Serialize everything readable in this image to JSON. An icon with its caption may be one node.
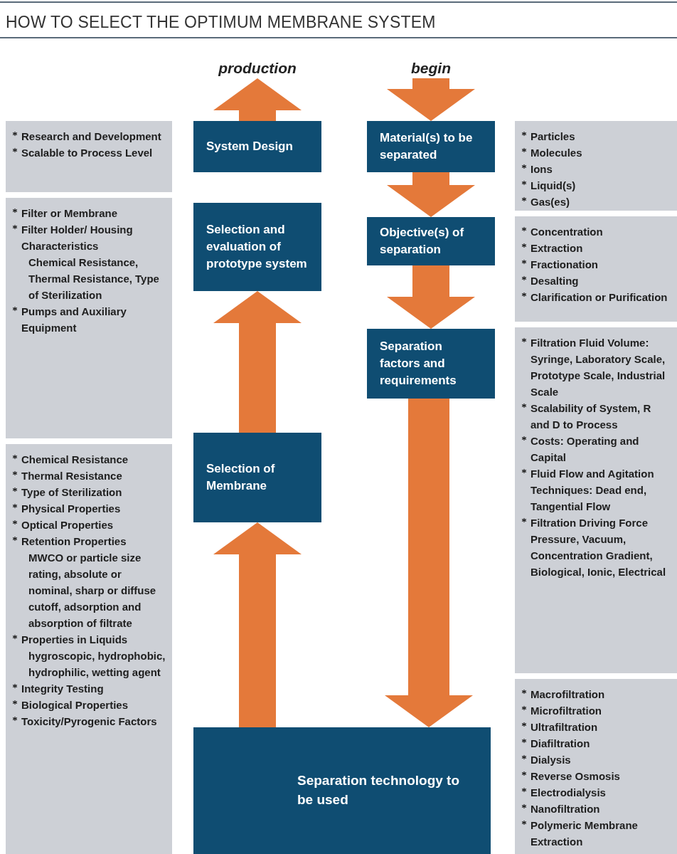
{
  "diagram": {
    "title": "HOW TO SELECT THE OPTIMUM MEMBRANE SYSTEM",
    "nodes": [
      {
        "text": [
          "production"
        ]
      },
      {
        "text": [
          "begin"
        ]
      },
      {
        "text": [
          "System Design"
        ]
      },
      {
        "text": [
          "Material(s) to be separated"
        ]
      },
      {
        "text": [
          "Selection and evaluation of prototype system"
        ]
      },
      {
        "text": [
          "Objective(s) of separation"
        ]
      },
      {
        "text": [
          "Separation factors and requirements"
        ]
      },
      {
        "text": [
          "Selection of Membrane"
        ]
      },
      {
        "text": [
          "Separation technology to be used"
        ]
      },
      {
        "text": [
          "Research and Development",
          "Scalable to Process Level"
        ]
      },
      {
        "text": [
          "Filter or Membrane",
          "Filter Holder/ Housing Characteristics",
          "Chemical Resistance, Thermal Resistance, Type of Sterilization",
          "Pumps and Auxiliary Equipment"
        ]
      },
      {
        "text": [
          "Chemical Resistance",
          "Thermal Resistance",
          "Type of Sterilization",
          "Physical Properties",
          "Optical Properties",
          "Retention Properties",
          "MWCO or particle size rating, absolute or nominal, sharp or diffuse cutoff, adsorption and absorption of filtrate",
          "Properties in Liquids",
          "hygroscopic, hydrophobic, hydrophilic, wetting agent",
          "Integrity Testing",
          "Biological Properties",
          "Toxicity/Pyrogenic Factors"
        ]
      },
      {
        "text": [
          "Particles",
          "Molecules",
          "Ions",
          "Liquid(s)",
          "Gas(es)"
        ]
      },
      {
        "text": [
          "Concentration",
          "Extraction",
          "Fractionation",
          "Desalting",
          "Clarification or Purification"
        ]
      },
      {
        "text": [
          "Filtration Fluid Volume: Syringe, Laboratory Scale, Prototype Scale, Industrial Scale",
          "Scalability of System, R and D to Process",
          "Costs: Operating and Capital",
          "Fluid Flow and Agitation Techniques: Dead end, Tangential Flow",
          "Filtration Driving Force Pressure, Vacuum, Concentration Gradient, Biological, Ionic, Electrical"
        ]
      },
      {
        "text": [
          "Macrofiltration",
          "Microfiltration",
          "Ultrafiltration",
          "Diafiltration",
          "Dialysis",
          "Reverse Osmosis",
          "Electrodialysis",
          "Nanofiltration",
          "Polymeric Membrane Extraction"
        ]
      }
    ],
    "edges": [
      {
        "from": 2,
        "to": 0,
        "arrow": "to"
      },
      {
        "from": 1,
        "to": 3,
        "arrow": "to"
      },
      {
        "from": 3,
        "to": 5,
        "arrow": "to"
      },
      {
        "from": 5,
        "to": 6,
        "arrow": "to"
      },
      {
        "from": 6,
        "to": 8,
        "arrow": "to"
      },
      {
        "from": 8,
        "to": 7,
        "arrow": "to"
      },
      {
        "from": 7,
        "to": 4,
        "arrow": "to"
      }
    ]
  }
}
